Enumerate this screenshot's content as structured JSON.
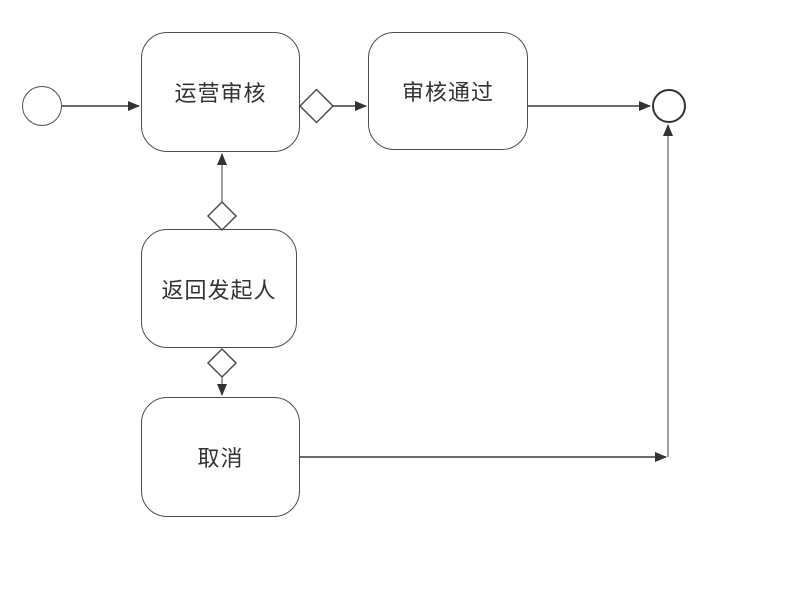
{
  "diagram": {
    "type": "flowchart",
    "nodes": {
      "start_event": {
        "shape": "circle",
        "label": ""
      },
      "operation_review": {
        "shape": "rounded-rect",
        "label": "运营审核"
      },
      "review_passed": {
        "shape": "rounded-rect",
        "label": "审核通过"
      },
      "return_to_initiator": {
        "shape": "rounded-rect",
        "label": "返回发起人"
      },
      "cancel": {
        "shape": "rounded-rect",
        "label": "取消"
      },
      "end_event": {
        "shape": "thick-circle",
        "label": ""
      }
    },
    "gateways": [
      {
        "id": "gateway-after-operation-review",
        "shape": "diamond"
      },
      {
        "id": "gateway-return-to-review",
        "shape": "diamond"
      },
      {
        "id": "gateway-before-cancel",
        "shape": "diamond"
      }
    ],
    "edges": [
      {
        "from": "start_event",
        "to": "operation_review"
      },
      {
        "from": "operation_review",
        "to": "review_passed",
        "via": "gateway-after-operation-review"
      },
      {
        "from": "review_passed",
        "to": "end_event"
      },
      {
        "from": "return_to_initiator",
        "to": "operation_review",
        "via": "gateway-return-to-review"
      },
      {
        "from": "return_to_initiator",
        "to": "cancel",
        "via": "gateway-before-cancel"
      },
      {
        "from": "cancel",
        "to": "end_event"
      }
    ],
    "colors": {
      "background": "#ffffff",
      "node_fill": "#ffffff",
      "node_border": "#4d4d4d",
      "text": "#333333",
      "connector_dark": "#3a3a3a",
      "connector_gray": "#7f7f7f",
      "arrowhead": "#333333"
    }
  }
}
